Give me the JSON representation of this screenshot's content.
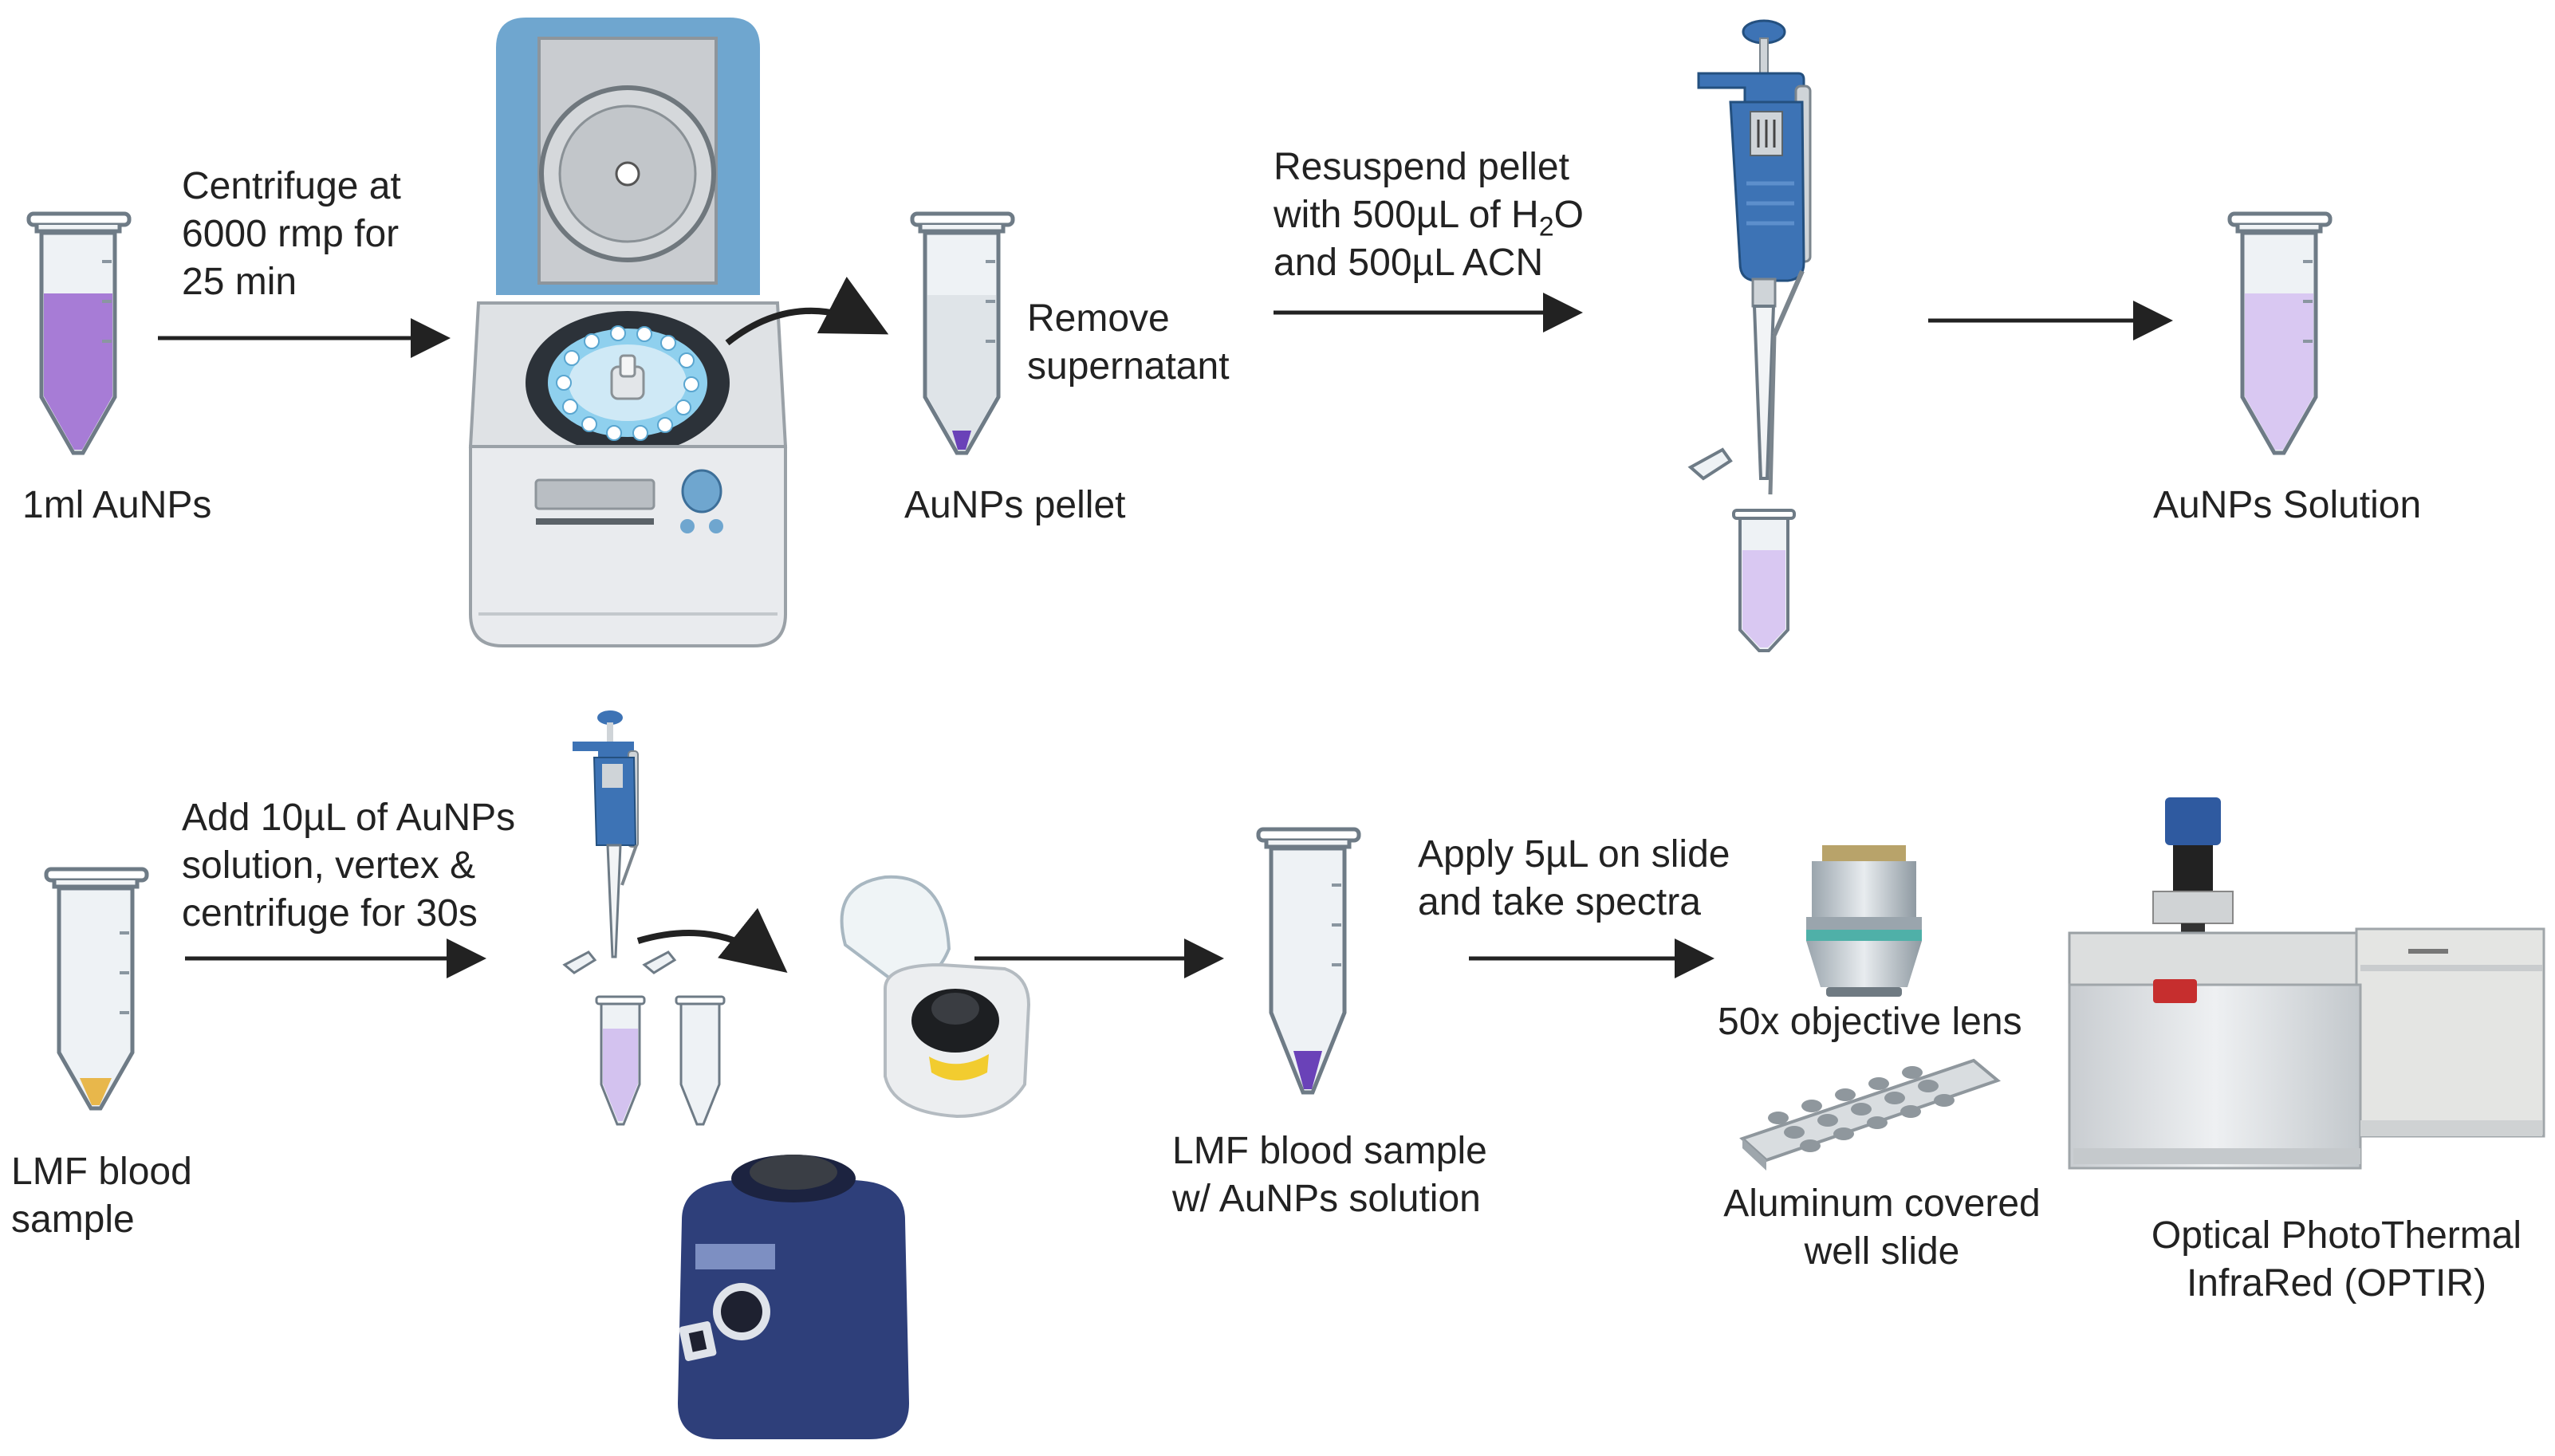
{
  "labels": {
    "tube1": "1ml AuNPs",
    "centrifuge_step": [
      "Centrifuge at",
      "6000 rmp for",
      "25 min"
    ],
    "remove_step": [
      "Remove",
      "supernatant"
    ],
    "pellet": "AuNPs pellet",
    "resuspend_step": {
      "line1": "Resuspend pellet",
      "line2_prefix": "with 500µL of H",
      "line2_sub": "2",
      "line2_suffix": "O",
      "line3": "and 500µL ACN"
    },
    "solution": "AuNPs Solution",
    "lmf_blood": [
      "LMF blood",
      "sample"
    ],
    "add_step": [
      "Add 10µL of AuNPs",
      "solution, vertex &",
      "centrifuge for 30s"
    ],
    "lmf_with_aunps": [
      "LMF blood sample",
      "w/ AuNPs solution"
    ],
    "apply_step": [
      "Apply 5µL on slide",
      "and take spectra"
    ],
    "objective": "50x objective lens",
    "slide": [
      "Aluminum covered",
      "well slide"
    ],
    "optir": [
      "Optical PhotoThermal",
      "InfraRed (OPTIR)"
    ]
  },
  "colors": {
    "tube_outline": "#6e7b86",
    "tube_fill": "#e9eef2",
    "purple_solution": "#a77cd6",
    "light_purple": "#d9c8f2",
    "pellet": "#6a42b8",
    "yellow": "#e8b74b",
    "pipette_blue": "#3d73b5",
    "centrifuge_lid": "#6fa6cf",
    "arrow": "#222222"
  },
  "icons": [
    "tube-icon",
    "centrifuge-icon",
    "pipette-icon",
    "mini-centrifuge-icon",
    "vortex-mixer-icon",
    "objective-lens-icon",
    "well-slide-icon",
    "optir-instrument-icon"
  ]
}
